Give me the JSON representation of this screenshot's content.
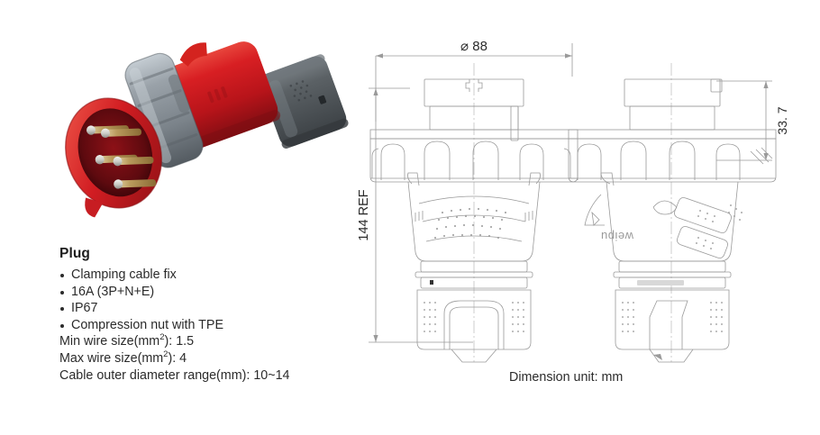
{
  "product": {
    "title": "Plug",
    "features": [
      "Clamping cable fix",
      "16A (3P+N+E)",
      "IP67",
      "Compression nut with TPE"
    ],
    "specs": [
      {
        "label": "Min wire size(mm",
        "sup": "2",
        "value": "): 1.5"
      },
      {
        "label": "Max wire size(mm",
        "sup": "2",
        "value": "): 4"
      },
      {
        "label": "Cable outer diameter range(mm): 10~14",
        "sup": "",
        "value": ""
      }
    ],
    "spec_lines": [
      "Min wire size(mm2): 1.5",
      "Max wire size(mm2): 4",
      "Cable outer diameter range(mm): 10~14"
    ]
  },
  "photo": {
    "alt": "red and grey industrial IEC 60309 plug with five brass pins",
    "colors": {
      "red_body": "#d0181f",
      "red_light": "#e8342f",
      "red_dark": "#8e0f14",
      "grey_collar": "#8a9299",
      "grey_light": "#b8c0c6",
      "grey_dark": "#5d646a",
      "nut_dark": "#4a4e52",
      "nut_light": "#6e7479",
      "pin_brass": "#b08d52",
      "pin_light": "#d8c18a",
      "cavity": "#6e0c11"
    },
    "pin_count": 5
  },
  "drawing": {
    "dimensions": {
      "diameter_top": "⌀ 88",
      "height_left": "144 REF",
      "height_right": "33. 7"
    },
    "brand_mark": "weipu",
    "caption": "Dimension unit: mm",
    "line_color": "#9a9a9a",
    "views": [
      "front-view",
      "side-view"
    ]
  }
}
